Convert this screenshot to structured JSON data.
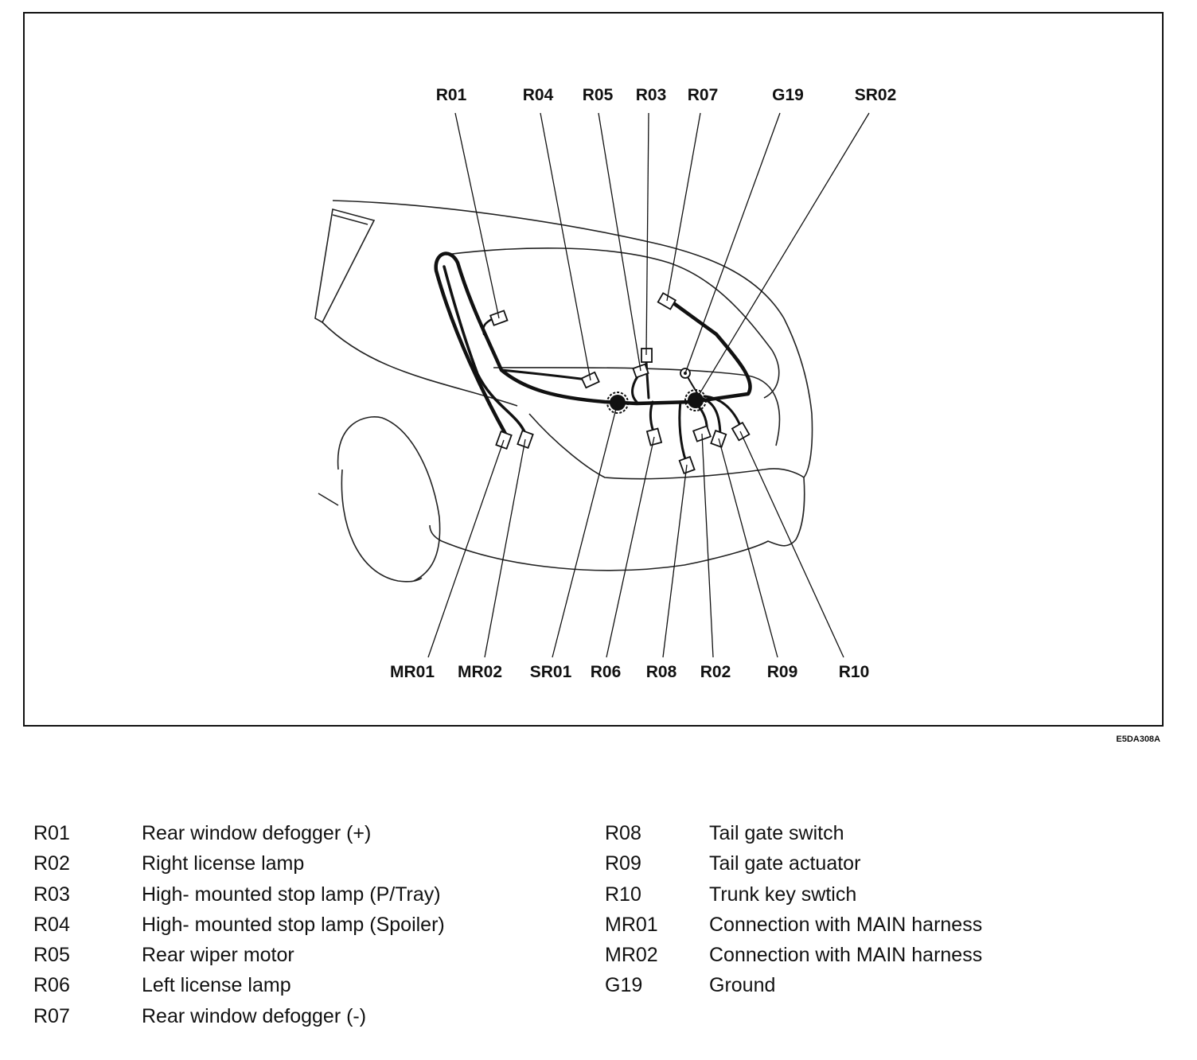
{
  "figure_code": "E5DA308A",
  "callouts_top": [
    "R01",
    "R04",
    "R05",
    "R03",
    "R07",
    "G19",
    "SR02"
  ],
  "callouts_bottom": [
    "MR01",
    "MR02",
    "SR01",
    "R06",
    "R08",
    "R02",
    "R09",
    "R10"
  ],
  "legend_left": [
    {
      "code": "R01",
      "desc": "Rear window defogger (+)"
    },
    {
      "code": "R02",
      "desc": "Right license lamp"
    },
    {
      "code": "R03",
      "desc": "High- mounted stop lamp (P/Tray)"
    },
    {
      "code": "R04",
      "desc": "High- mounted stop lamp (Spoiler)"
    },
    {
      "code": "R05",
      "desc": "Rear wiper motor"
    },
    {
      "code": "R06",
      "desc": "Left license lamp"
    },
    {
      "code": "R07",
      "desc": "Rear window defogger (-)"
    }
  ],
  "legend_right": [
    {
      "code": "R08",
      "desc": "Tail gate switch"
    },
    {
      "code": "R09",
      "desc": "Tail gate actuator"
    },
    {
      "code": "R10",
      "desc": "Trunk key swtich"
    },
    {
      "code": "MR01",
      "desc": "Connection with MAIN harness"
    },
    {
      "code": "MR02",
      "desc": "Connection with MAIN harness"
    },
    {
      "code": "G19",
      "desc": "Ground"
    }
  ]
}
